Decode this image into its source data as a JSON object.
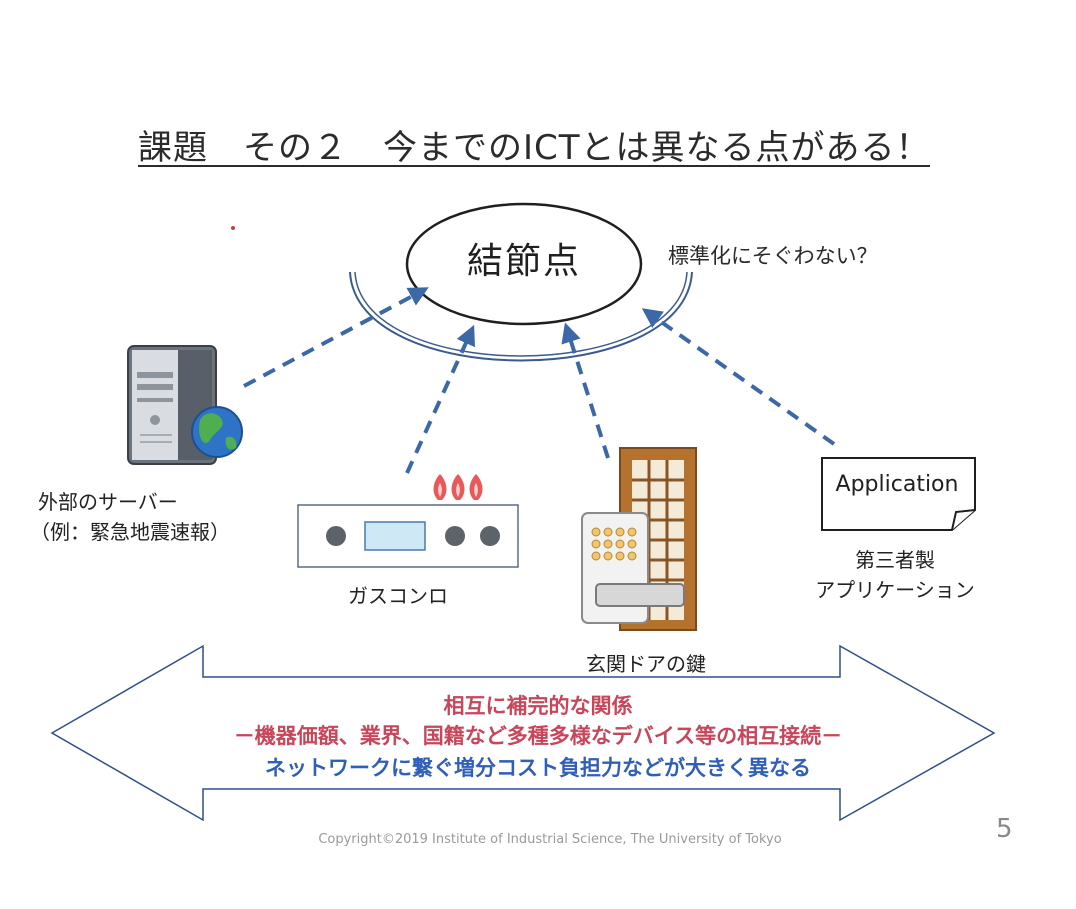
{
  "title": "課題　その２　今までのICTとは異なる点がある！",
  "hub": {
    "label": "結節点",
    "note": "標準化にそぐわない？"
  },
  "devices": {
    "server": {
      "line1": "外部のサーバー",
      "line2": "（例：緊急地震速報）"
    },
    "stove": {
      "label": "ガスコンロ"
    },
    "door": {
      "label": "玄関ドアの鍵"
    },
    "app": {
      "doc": "Application",
      "line1": "第三者製",
      "line2": "アプリケーション"
    }
  },
  "banner": {
    "line1": "相互に補完的な関係",
    "line2": "－機器価額、業界、国籍など多種多様なデバイス等の相互接続－",
    "line3": "ネットワークに繋ぐ増分コスト負担力などが大きく異なる"
  },
  "footer": {
    "copyright": "Copyright©2019 Institute of Industrial Science, The University of Tokyo",
    "page": "5"
  },
  "colors": {
    "arrow": "#3d68a8",
    "banner_outline": "#2f4f8a",
    "red_text": "#c8465a",
    "blue_text": "#2f5fb7",
    "line": "#1f1f1f"
  }
}
